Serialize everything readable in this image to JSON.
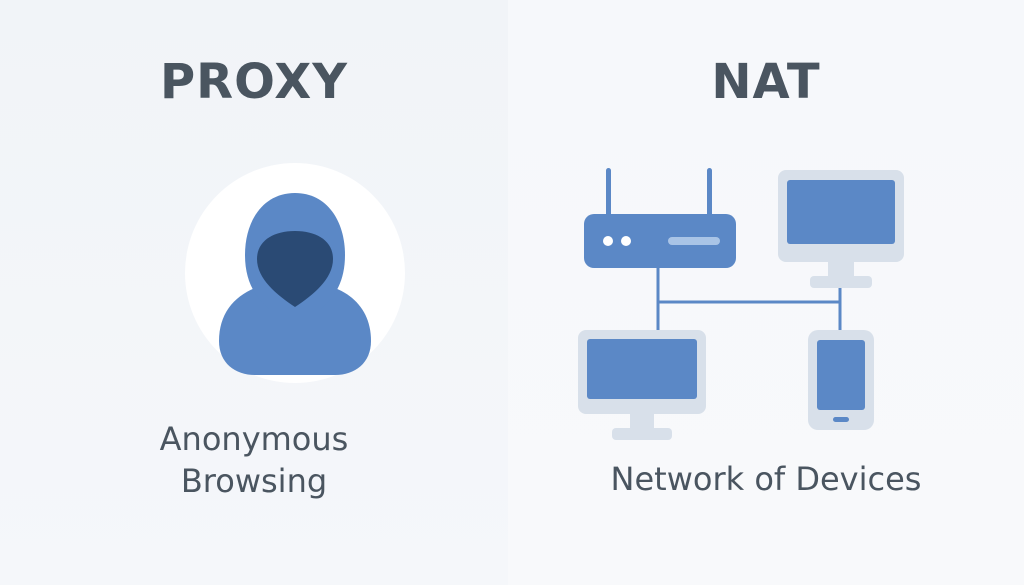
{
  "left_panel": {
    "title": "PROXY",
    "icon": "hooded-anonymous-user-icon",
    "caption_line1": "Anonymous",
    "caption_line2": "Browsing"
  },
  "right_panel": {
    "title": "NAT",
    "icons": [
      "router-icon",
      "desktop-monitor-icon",
      "desktop-monitor-icon",
      "mobile-phone-icon"
    ],
    "caption": "Network of Devices"
  },
  "colors": {
    "accent_blue": "#5b88c6",
    "dark_blue": "#2a4a74",
    "device_frame": "#d8e0ea",
    "text": "#4a5560",
    "background": "#f4f6f9"
  }
}
